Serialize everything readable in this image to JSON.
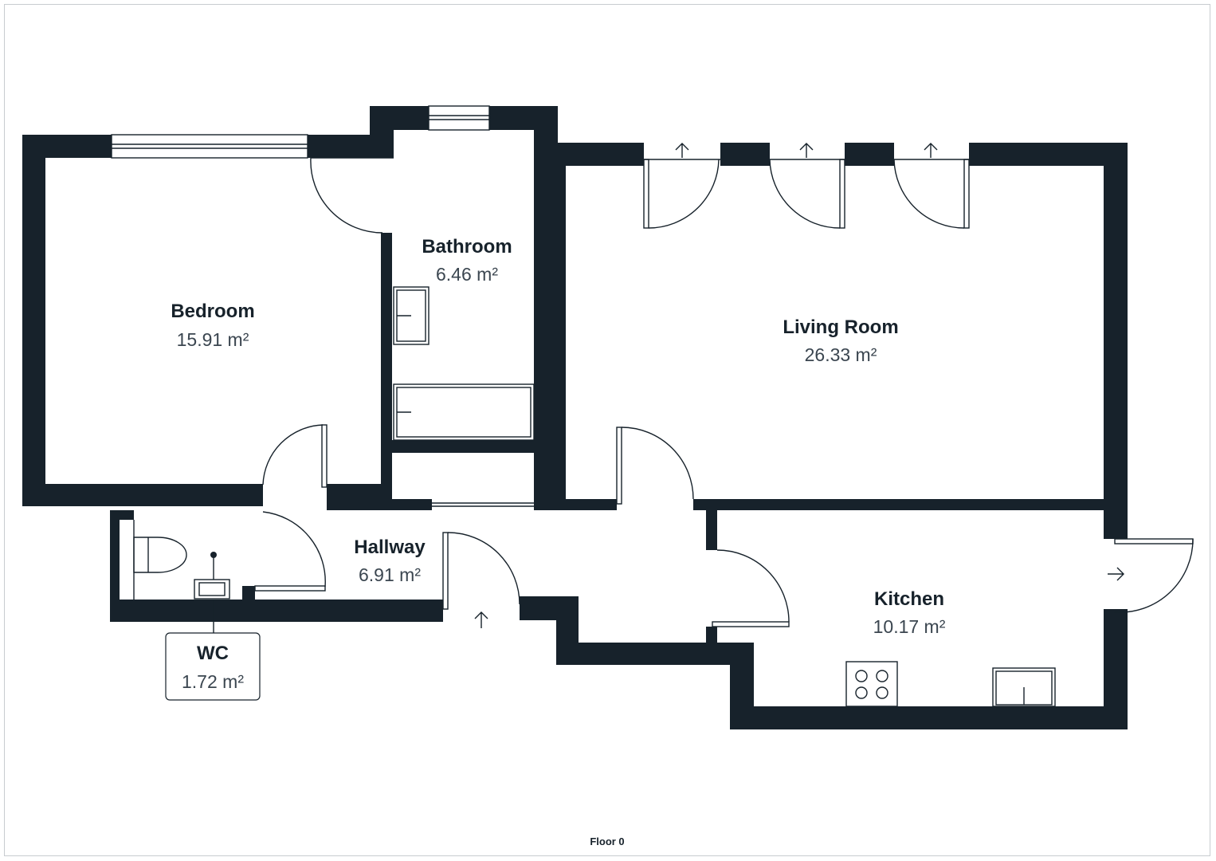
{
  "rooms": {
    "bedroom": {
      "name": "Bedroom",
      "area": "15.91 m²"
    },
    "bathroom": {
      "name": "Bathroom",
      "area": "6.46 m²"
    },
    "living_room": {
      "name": "Living Room",
      "area": "26.33 m²"
    },
    "hallway": {
      "name": "Hallway",
      "area": "6.91 m²"
    },
    "kitchen": {
      "name": "Kitchen",
      "area": "10.17 m²"
    },
    "wc": {
      "name": "WC",
      "area": "1.72 m²"
    }
  },
  "floor_label": "Floor 0",
  "colors": {
    "wall": "#17222b",
    "background": "#ffffff",
    "area_text": "#3b4650"
  },
  "icons": [
    "door-swing-icon",
    "window-icon",
    "entry-arrow-icon",
    "toilet-icon",
    "sink-icon",
    "bathtub-icon",
    "hob-icon",
    "kitchen-sink-icon"
  ]
}
